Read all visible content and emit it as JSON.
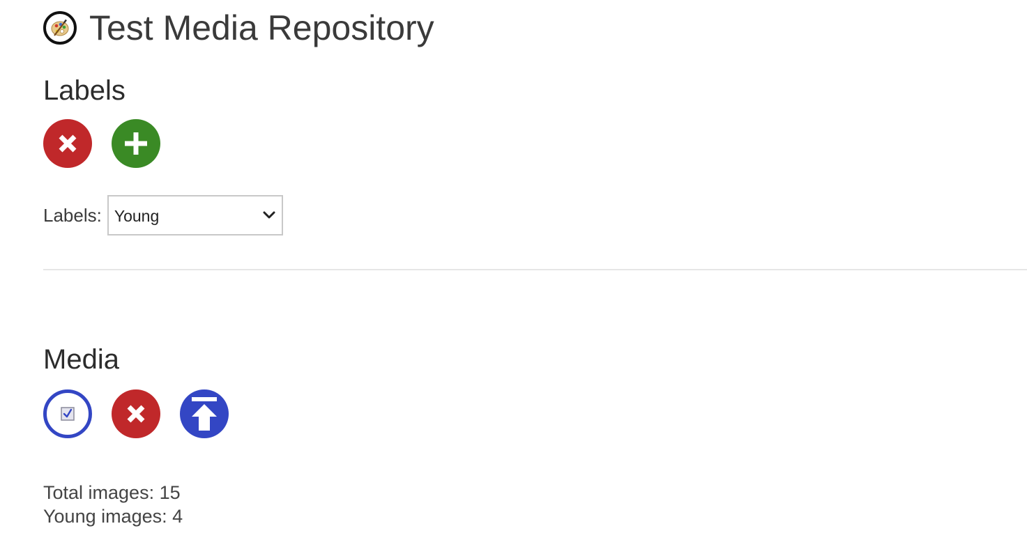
{
  "app": {
    "title": "Test Media Repository",
    "logo_icon": "palette-icon"
  },
  "labels_section": {
    "title": "Labels",
    "buttons": [
      {
        "icon": "close-icon",
        "color": "#c0282a"
      },
      {
        "icon": "plus-icon",
        "color": "#3a8a25"
      }
    ],
    "select": {
      "label": "Labels:",
      "value": "Young",
      "icon": "chevron-down-icon"
    }
  },
  "media_section": {
    "title": "Media",
    "buttons": [
      {
        "icon": "checkbox-icon",
        "color": "#3346c4"
      },
      {
        "icon": "close-icon",
        "color": "#c0282a"
      },
      {
        "icon": "upload-icon",
        "color": "#3346c4"
      }
    ],
    "stats": {
      "total": "Total images: 15",
      "young": "Young images: 4"
    }
  }
}
